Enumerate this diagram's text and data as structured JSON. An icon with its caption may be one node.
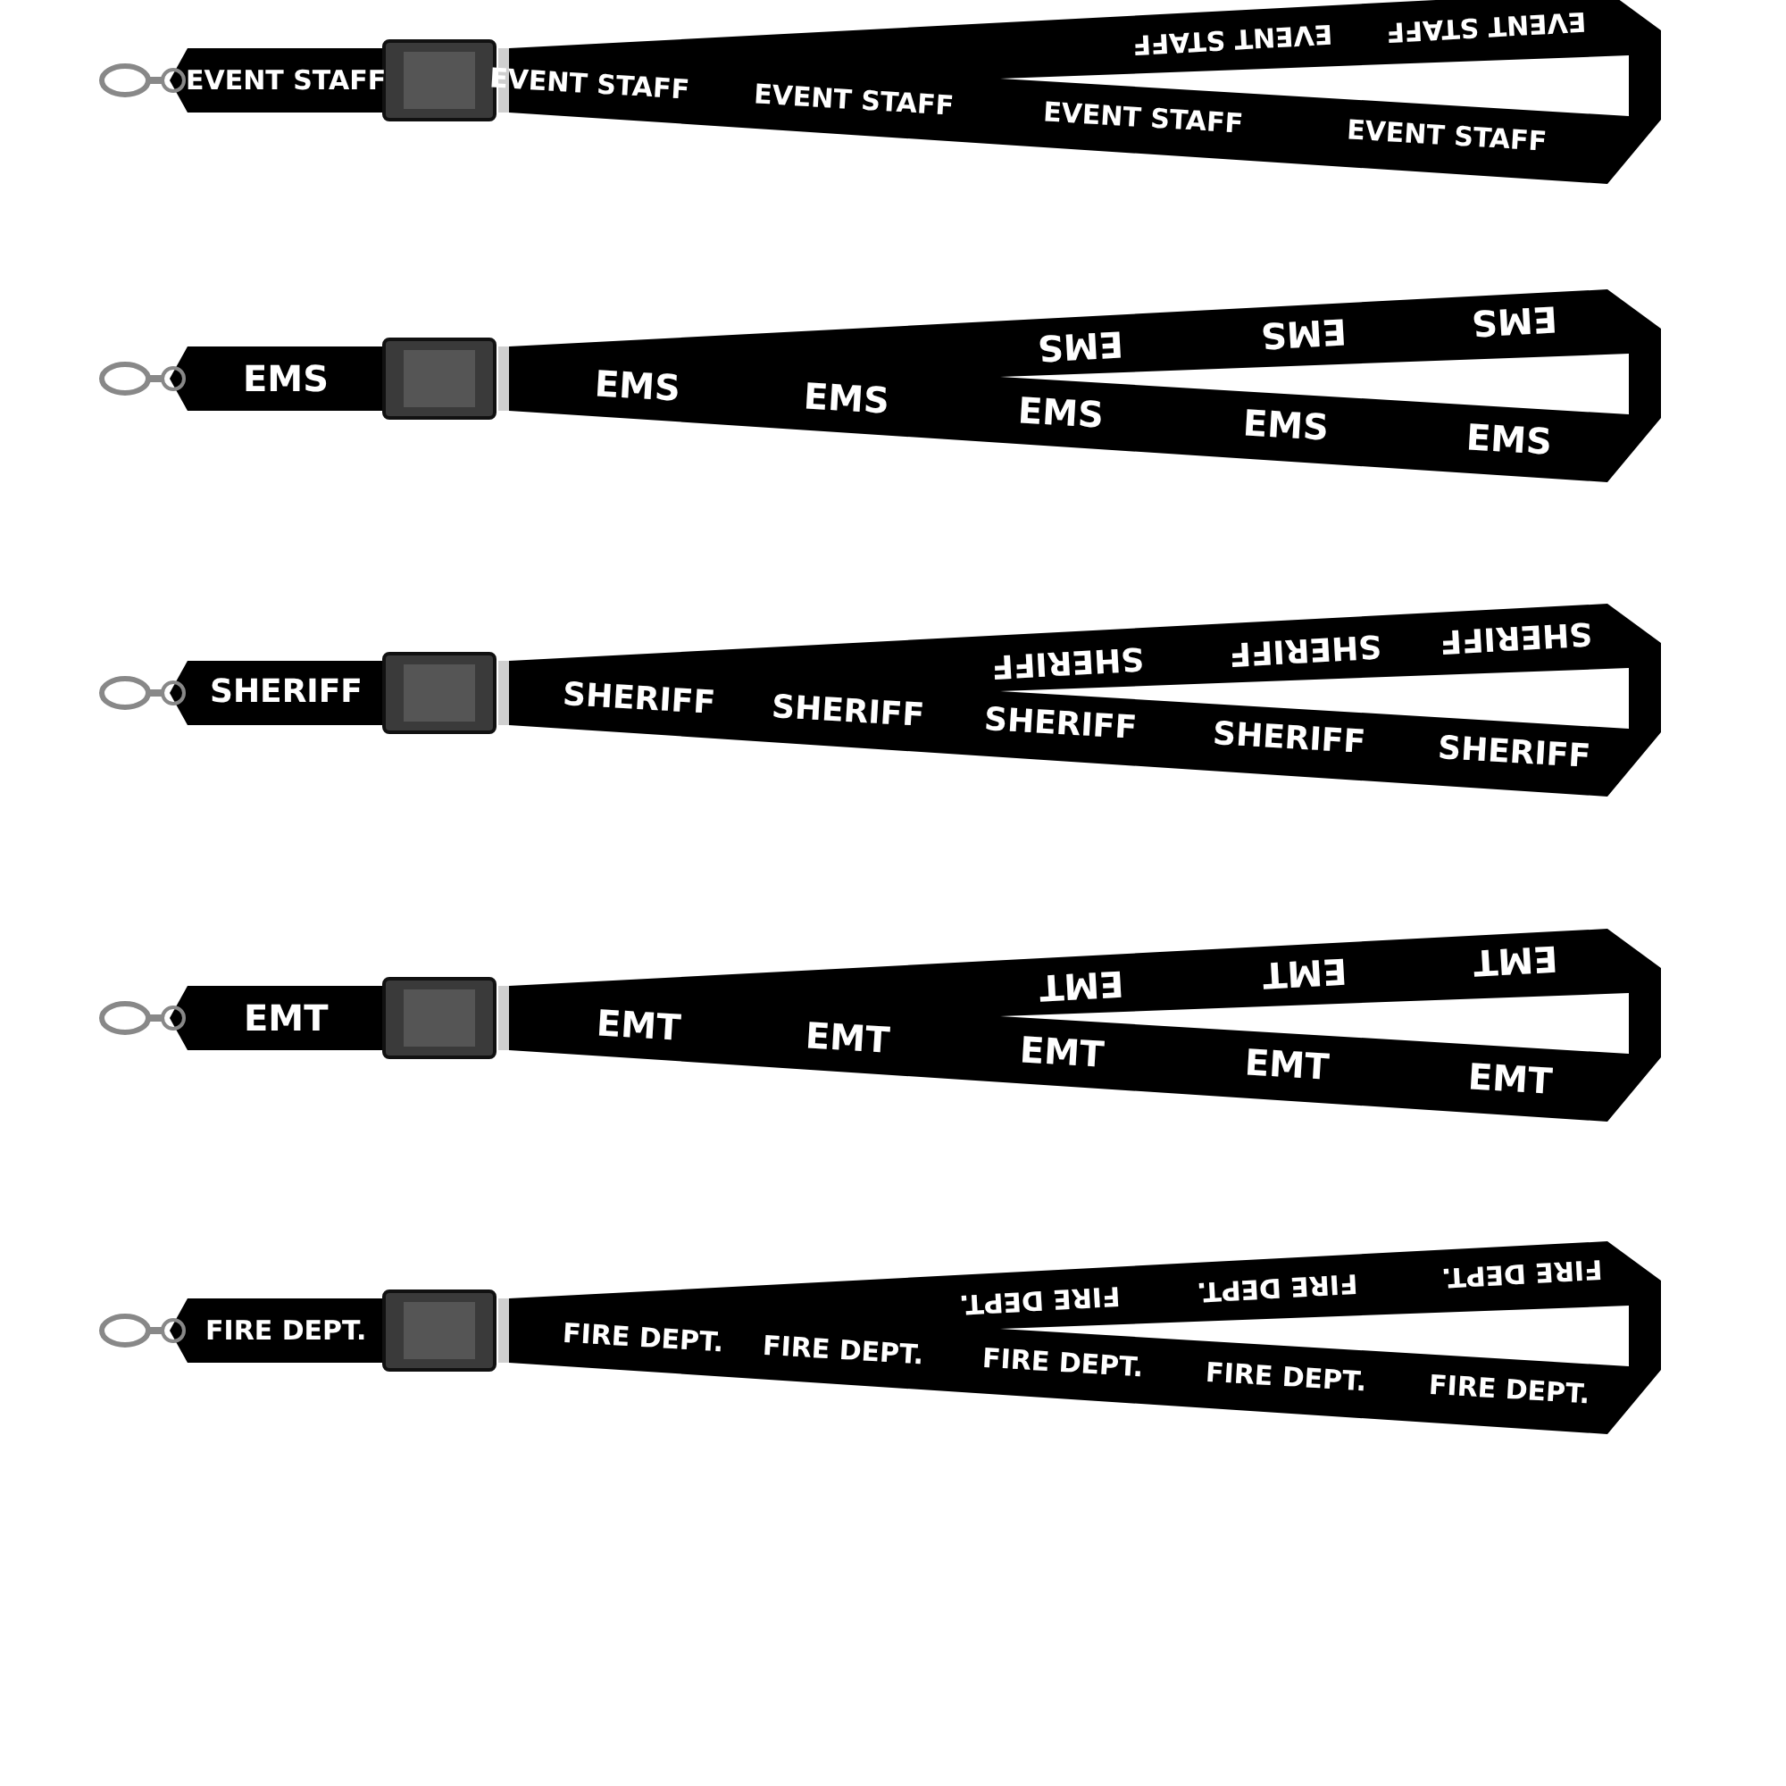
{
  "diagram": {
    "labels": [
      "EVENT STAFF",
      "EVENT STAFF",
      "EVENT STAFF",
      "EVENT STAFF",
      "EVENT STAFF",
      "EVENT STAFF",
      "EVENT STAFF",
      "EMS",
      "EMS",
      "EMS",
      "EMS",
      "EMS",
      "EMS",
      "EMS",
      "EMS",
      "EMS",
      "SHERIFF",
      "SHERIFF",
      "SHERIFF",
      "SHERIFF",
      "SHERIFF",
      "SHERIFF",
      "SHERIFF",
      "SHERIFF",
      "SHERIFF",
      "EMT",
      "EMT",
      "EMT",
      "EMT",
      "EMT",
      "EMT",
      "EMT",
      "EMT",
      "EMT",
      "FIRE DEPT.",
      "FIRE DEPT.",
      "FIRE DEPT.",
      "FIRE DEPT.",
      "FIRE DEPT.",
      "FIRE DEPT.",
      "FIRE DEPT.",
      "FIRE DEPT.",
      "FIRE DEPT."
    ]
  }
}
